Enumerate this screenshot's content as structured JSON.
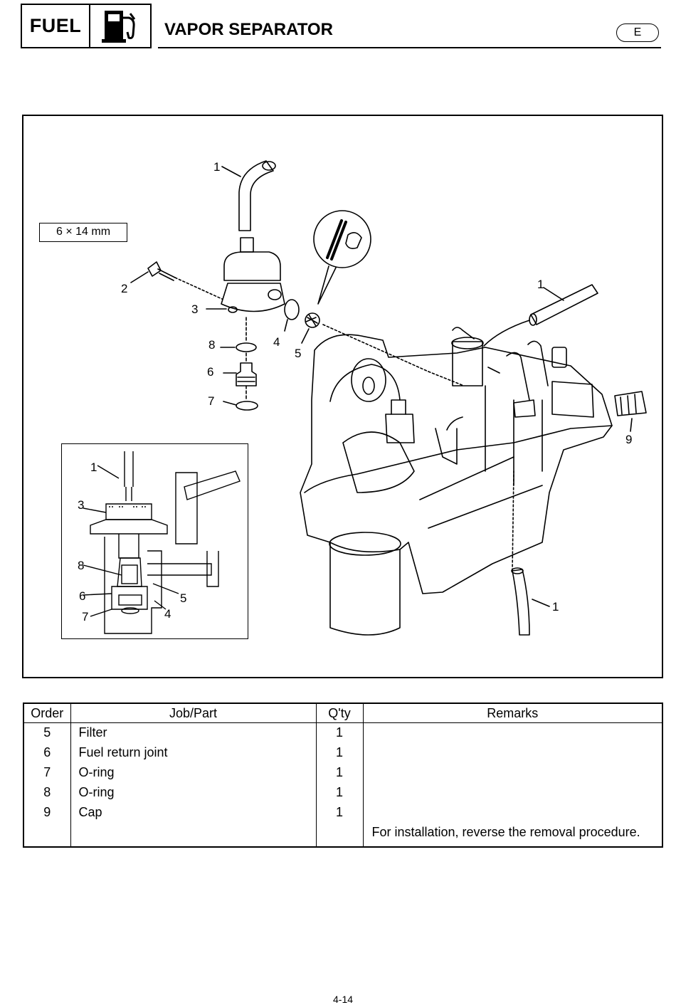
{
  "header": {
    "section_label": "FUEL",
    "section_icon": "fuel-pump-icon",
    "title": "VAPOR SEPARATOR",
    "language_badge": "E"
  },
  "diagram": {
    "bolt_spec": "6 × 14 mm",
    "callouts": [
      "1",
      "2",
      "3",
      "4",
      "5",
      "6",
      "7",
      "8",
      "9",
      "1",
      "1"
    ],
    "inset_callouts": [
      "1",
      "3",
      "8",
      "6",
      "7",
      "5",
      "4"
    ]
  },
  "table": {
    "headers": [
      "Order",
      "Job/Part",
      "Q'ty",
      "Remarks"
    ],
    "rows": [
      {
        "order": "5",
        "part": "Filter",
        "qty": "1"
      },
      {
        "order": "6",
        "part": "Fuel return joint",
        "qty": "1"
      },
      {
        "order": "7",
        "part": "O-ring",
        "qty": "1"
      },
      {
        "order": "8",
        "part": "O-ring",
        "qty": "1"
      },
      {
        "order": "9",
        "part": "Cap",
        "qty": "1"
      }
    ],
    "note": "For installation, reverse the removal procedure."
  },
  "footer": {
    "page_number": "4-14"
  }
}
